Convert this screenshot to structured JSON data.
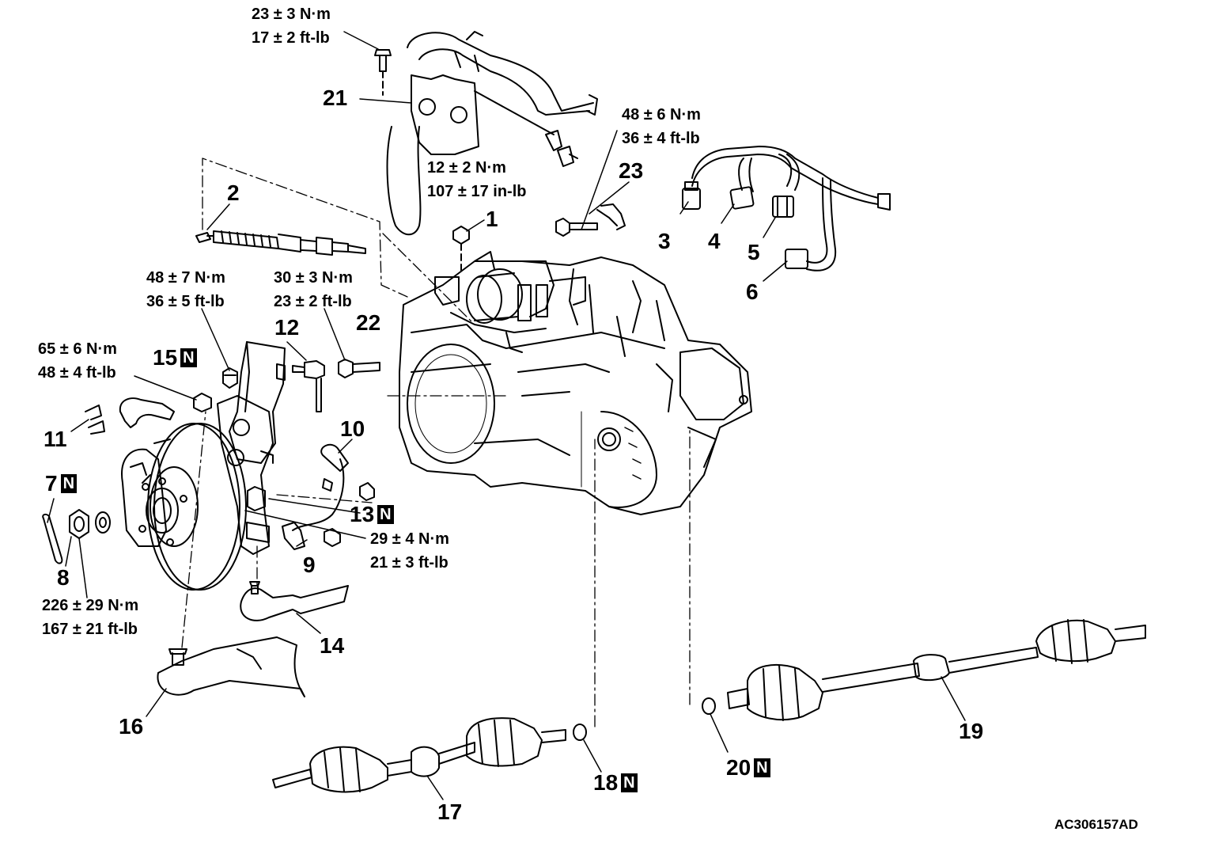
{
  "figure_id": "AC306157AD",
  "new_part_marker": "N",
  "torque_specs": {
    "t21": {
      "metric": "23 ± 3 N·m",
      "imperial": "17 ± 2 ft-lb"
    },
    "t1": {
      "metric": "12 ± 2 N·m",
      "imperial": "107 ± 17 in-lb"
    },
    "t23": {
      "metric": "48 ± 6 N·m",
      "imperial": "36 ± 4 ft-lb"
    },
    "t12": {
      "metric": "48 ± 7 N·m",
      "imperial": "36 ± 5 ft-lb"
    },
    "t22": {
      "metric": "30 ± 3 N·m",
      "imperial": "23 ± 2 ft-lb"
    },
    "t15": {
      "metric": "65 ± 6 N·m",
      "imperial": "48 ± 4 ft-lb"
    },
    "t9": {
      "metric": "29 ± 4 N·m",
      "imperial": "21 ± 3 ft-lb"
    },
    "t8": {
      "metric": "226 ± 29 N·m",
      "imperial": "167 ± 21 ft-lb"
    }
  },
  "callouts": {
    "c1": "1",
    "c2": "2",
    "c3": "3",
    "c4": "4",
    "c5": "5",
    "c6": "6",
    "c7": "7",
    "c8": "8",
    "c9": "9",
    "c10": "10",
    "c11": "11",
    "c12": "12",
    "c13": "13",
    "c14": "14",
    "c15": "15",
    "c16": "16",
    "c17": "17",
    "c18": "18",
    "c19": "19",
    "c20": "20",
    "c21": "21",
    "c22": "22",
    "c23": "23"
  }
}
